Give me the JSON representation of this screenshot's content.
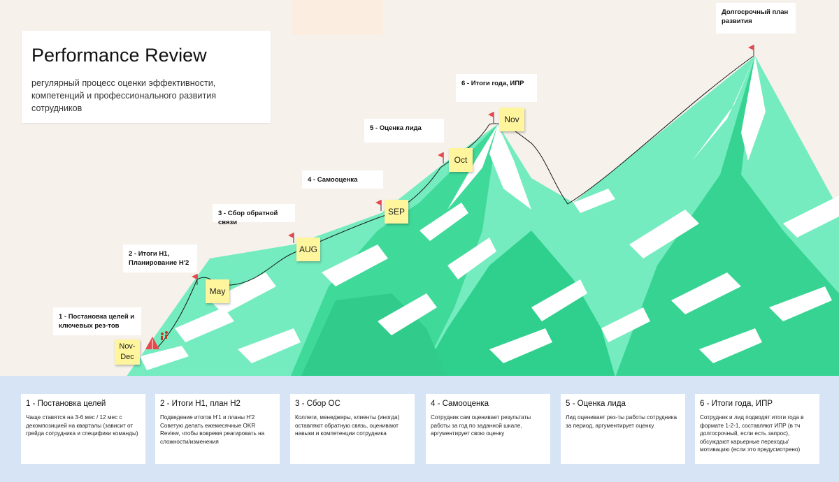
{
  "header": {
    "title": "Performance Review",
    "subtitle": "регулярный процесс оценки эффективности, компетенций и профессионального развития сотрудников"
  },
  "step_labels": [
    "1 - Постановка целей и ключевых рез-тов",
    "2 - Итоги H1, Планирование H'2",
    "3 - Сбор обратной связи",
    "4 - Самооценка",
    "5 - Оценка лида",
    "6 - Итоги года, ИПР",
    "Долгосрочный план развития"
  ],
  "stickies": [
    "Nov-Dec",
    "May",
    "AUG",
    "SEP",
    "Oct",
    "Nov"
  ],
  "cards": [
    {
      "title": "1 - Постановка целей",
      "body": "Чаще ставятся на 3-6 мес / 12 мес с декомпозицией на кварталы (зависит от грейда сотрудника и специфики команды)"
    },
    {
      "title": "2 - Итоги H1, план H2",
      "body": "Подведение итогов H'1 и планы H'2 Советую делать ежемесячные OKR Review, чтобы вовремя реагировать на сложности/изменения"
    },
    {
      "title": "3 - Сбор ОС",
      "body": "Коллеги, менеджеры, клиенты (иногда) оставляют обратную связь, оценивают навыки и компетенции сотрудника"
    },
    {
      "title": "4 - Самооценка",
      "body": "Сотрудник сам оценивает результаты работы за год по заданной шкале, аргументирует свою оценку"
    },
    {
      "title": "5 - Оценка лида",
      "body": "Лид оценивает рез-ты работы сотрудника за период, аргументирует оценку."
    },
    {
      "title": "6 - Итоги года, ИПР",
      "body": "Сотрудник и лид подводят итоги года в формате 1-2-1, составляют ИПР (в тч долгосрочный, если есть запрос), обсуждают карьерные переходы/мотивацию (если это предусмотрено)"
    }
  ],
  "colors": {
    "background": "#f7f1ec",
    "mountain_light": "#74ecbf",
    "mountain_dark": "#2fd08e",
    "snow": "#ffffff",
    "sticky": "#fff59d",
    "footer": "#d7e4f5",
    "flag": "#e5484d"
  },
  "icons": [
    "flag-icon",
    "tent-icon",
    "hikers-icon"
  ]
}
